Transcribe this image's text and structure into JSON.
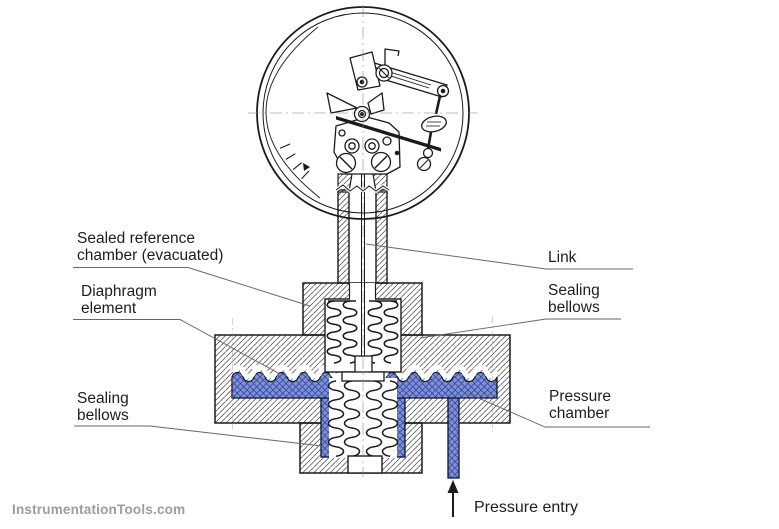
{
  "diagram": {
    "labels": {
      "sealed_reference_chamber": {
        "line1": "Sealed reference",
        "line2": "chamber (evacuated)"
      },
      "diaphragm_element": {
        "line1": "Diaphragm",
        "line2": "element"
      },
      "sealing_bellows_left": {
        "line1": "Sealing",
        "line2": "bellows"
      },
      "link": "Link",
      "sealing_bellows_right": {
        "line1": "Sealing",
        "line2": "bellows"
      },
      "pressure_chamber": {
        "line1": "Pressure",
        "line2": "chamber"
      },
      "pressure_entry": "Pressure entry"
    },
    "watermark": "InstrumentationTools.com",
    "colors": {
      "fluid_fill": "#7e91d6",
      "fluid_hatch": "#36489f",
      "line": "#1b1b1b",
      "leader": "#666666",
      "watermark_gray": "#9c9c9c"
    }
  }
}
